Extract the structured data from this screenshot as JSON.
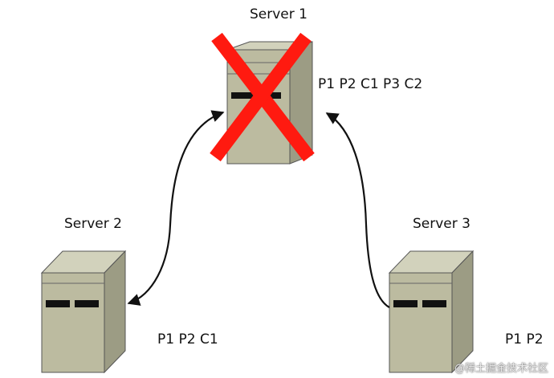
{
  "servers": [
    {
      "name": "Server 1",
      "log": "P1 P2 C1 P3 C2",
      "failed": true
    },
    {
      "name": "Server 2",
      "log": "P1 P2 C1",
      "failed": false
    },
    {
      "name": "Server 3",
      "log": "P1 P2",
      "failed": false
    }
  ],
  "colors": {
    "server_front": "#bcbba0",
    "server_side": "#9c9c84",
    "server_top": "#d2d2bc",
    "outline": "#555555",
    "slot": "#111111",
    "fail_cross": "#ff1a10",
    "arrow": "#111111"
  },
  "watermark": "@稀土掘金技术社区"
}
